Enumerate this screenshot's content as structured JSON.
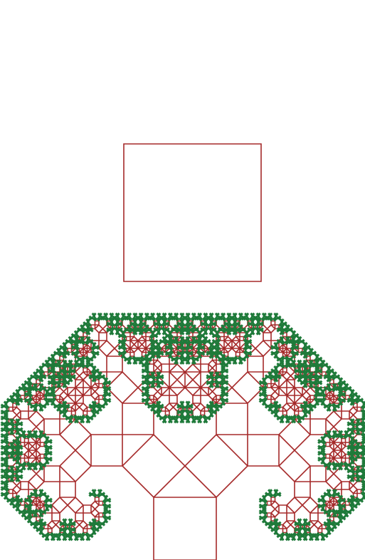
{
  "diagrams": [
    {
      "name": "pythagoras-tree-base-step",
      "levels_shown": 1,
      "branch_angle_degrees": 45
    },
    {
      "name": "pythagoras-tree-fractal",
      "levels_shown": 12,
      "branch_angle_degrees": 45,
      "leaf_levels": 3
    }
  ],
  "colors": {
    "background": "#ffffff",
    "branch_stroke": "#a52a2a",
    "leaf_fill": "#1f7a3a"
  }
}
